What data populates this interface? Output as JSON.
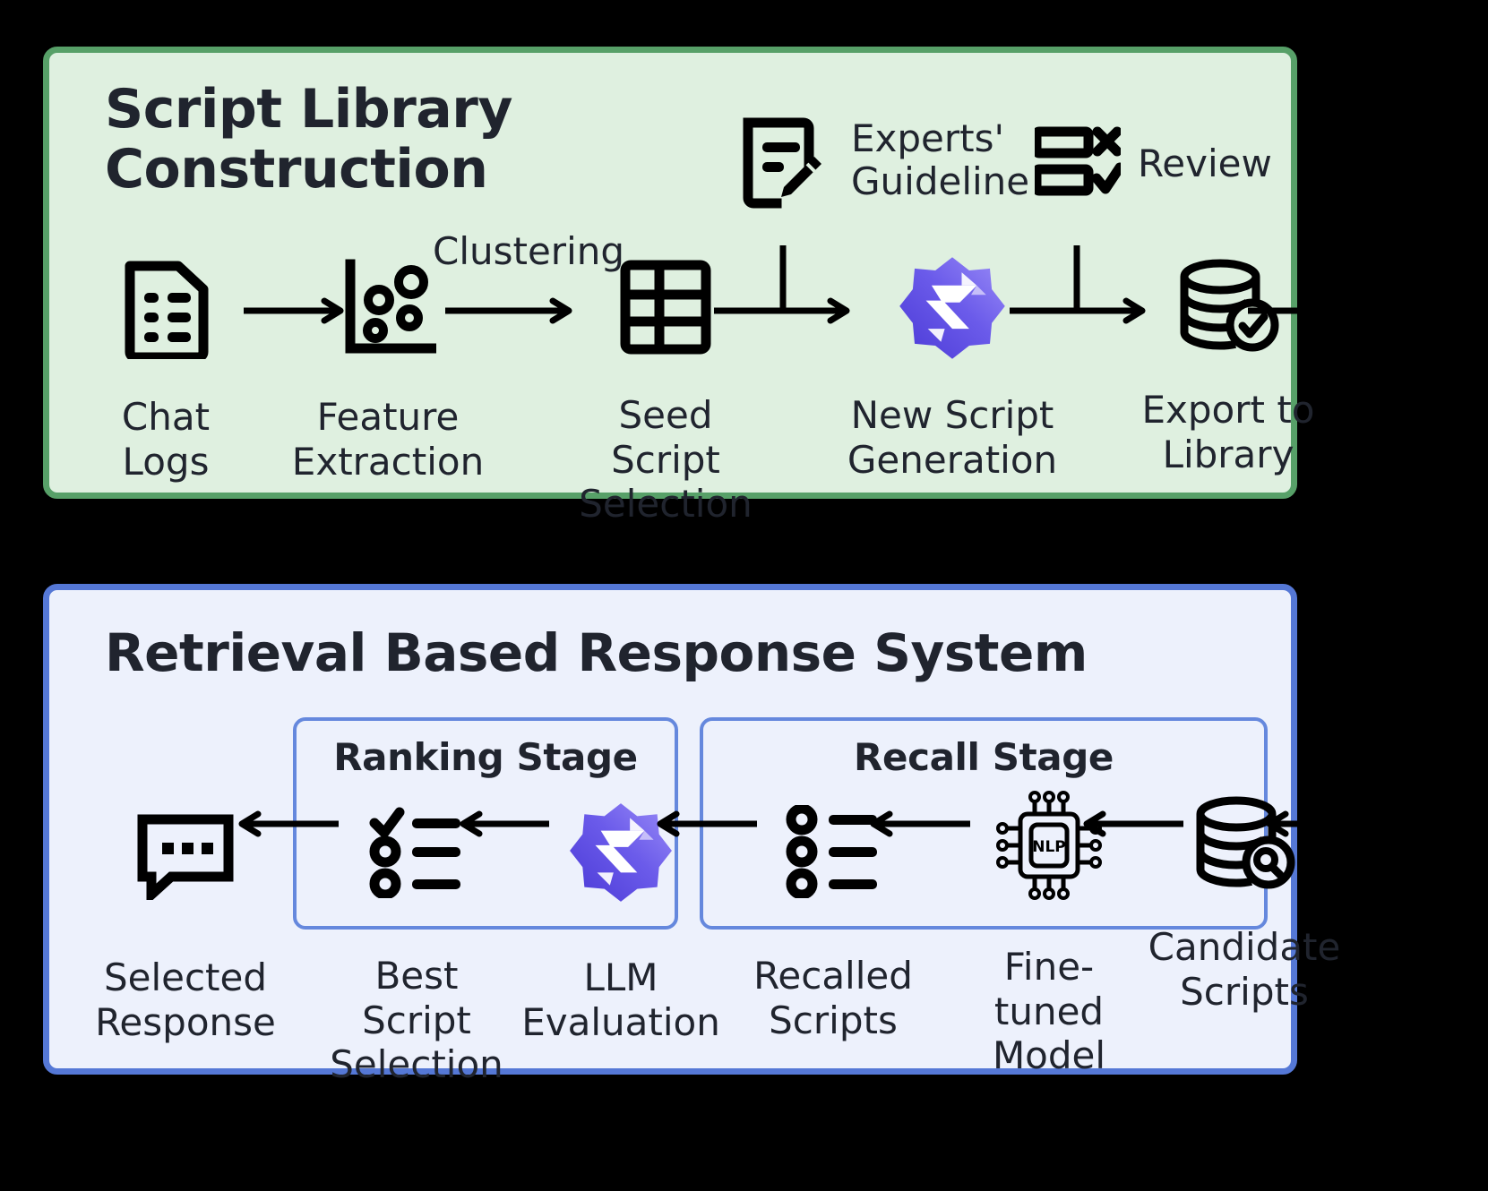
{
  "colors": {
    "green_border": "#57a068",
    "green_fill": "#dff0e0",
    "blue_border": "#5578d6",
    "blue_fill": "#edf1fc",
    "substage_border": "#6588dd",
    "ink": "#20242e",
    "logo_purple": "#5b4bdb",
    "logo_purple_light": "#8a7bf0"
  },
  "top_panel": {
    "title": "Script Library\nConstruction",
    "annotations": [
      {
        "name": "clustering-label",
        "text": "Clustering"
      },
      {
        "name": "experts-guideline-label",
        "text": "Experts'\nGuideline"
      },
      {
        "name": "review-label",
        "text": "Review"
      }
    ],
    "side_icons": [
      {
        "name": "document-edit-icon",
        "label": "Experts' Guideline"
      },
      {
        "name": "review-checklist-icon",
        "label": "Review"
      }
    ],
    "steps": [
      {
        "name": "chat-logs",
        "icon": "document-list-icon",
        "caption": "Chat\nLogs"
      },
      {
        "name": "feature-extraction",
        "icon": "scatter-plot-icon",
        "caption": "Feature\nExtraction"
      },
      {
        "name": "seed-script-selection",
        "icon": "table-grid-icon",
        "caption": "Seed Script\nSelection"
      },
      {
        "name": "new-script-generation",
        "icon": "llm-logo-icon",
        "caption": "New Script\nGeneration"
      },
      {
        "name": "export-to-library",
        "icon": "database-check-icon",
        "caption": "Export to\nLibrary"
      }
    ]
  },
  "bottom_panel": {
    "title": "Retrieval Based Response System",
    "substages": [
      {
        "name": "ranking-stage",
        "title": "Ranking Stage"
      },
      {
        "name": "recall-stage",
        "title": "Recall Stage"
      }
    ],
    "steps": [
      {
        "name": "selected-response",
        "icon": "chat-bubble-icon",
        "caption": "Selected\nResponse"
      },
      {
        "name": "best-script-selection",
        "icon": "checklist-ranked-icon",
        "caption": "Best Script\nSelection"
      },
      {
        "name": "llm-evaluation",
        "icon": "llm-logo-icon",
        "caption": "LLM\nEvaluation"
      },
      {
        "name": "recalled-scripts",
        "icon": "list-bullets-icon",
        "caption": "Recalled\nScripts"
      },
      {
        "name": "fine-tuned-model",
        "icon": "nlp-chip-icon",
        "caption": "Fine-tuned\nModel"
      },
      {
        "name": "candidate-scripts",
        "icon": "database-search-icon",
        "caption": "Candidate\nScripts"
      }
    ],
    "chip_text": "NLP"
  }
}
